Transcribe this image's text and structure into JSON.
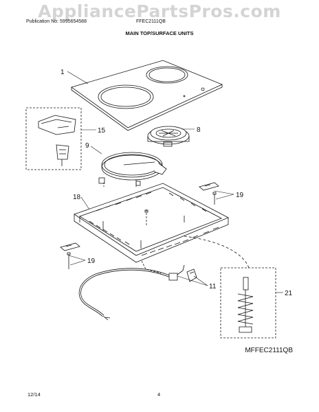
{
  "watermark": "AppliancePartsPros.com",
  "header": {
    "publication": "Publication No: 5995654588",
    "model": "FFEC2111QB",
    "section_title": "MAIN TOP/SURFACE UNITS"
  },
  "callouts": {
    "c1": "1",
    "c8": "8",
    "c9": "9",
    "c15": "15",
    "c18": "18",
    "c19a": "19",
    "c19b": "19",
    "c11": "11",
    "c21": "21"
  },
  "footer": {
    "model_code": "MFFEC2111QB",
    "date": "12/14",
    "page": "4"
  }
}
